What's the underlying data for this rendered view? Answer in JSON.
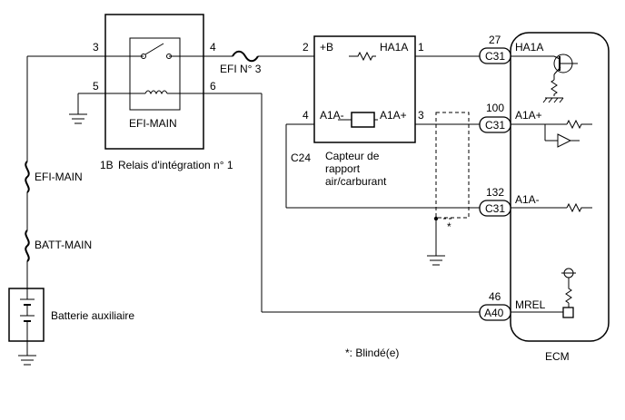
{
  "relay": {
    "code": "1B",
    "name": "Relais d'intégration n° 1",
    "switch_label": "EFI-MAIN",
    "pins": {
      "p3": "3",
      "p4": "4",
      "p5": "5",
      "p6": "6"
    }
  },
  "fuses": {
    "efi_n3": "EFI N° 3",
    "efi_main": "EFI-MAIN",
    "batt_main": "BATT-MAIN"
  },
  "battery": {
    "label": "Batterie auxiliaire"
  },
  "sensor": {
    "code": "C24",
    "name_line1": "Capteur de",
    "name_line2": "rapport",
    "name_line3": "air/carburant",
    "term_plus_b": "+B",
    "term_ha1a": "HA1A",
    "term_a1a_minus": "A1A-",
    "term_a1a_plus": "A1A+",
    "pins": {
      "p2": "2",
      "p1": "1",
      "p4": "4",
      "p3": "3"
    }
  },
  "ecm": {
    "label": "ECM",
    "connectors": [
      {
        "pin": "27",
        "conn": "C31",
        "signal": "HA1A"
      },
      {
        "pin": "100",
        "conn": "C31",
        "signal": "A1A+"
      },
      {
        "pin": "132",
        "conn": "C31",
        "signal": "A1A-"
      },
      {
        "pin": "46",
        "conn": "A40",
        "signal": "MREL"
      }
    ]
  },
  "shield": {
    "marker": "*",
    "legend": "*: Blindé(e)"
  }
}
